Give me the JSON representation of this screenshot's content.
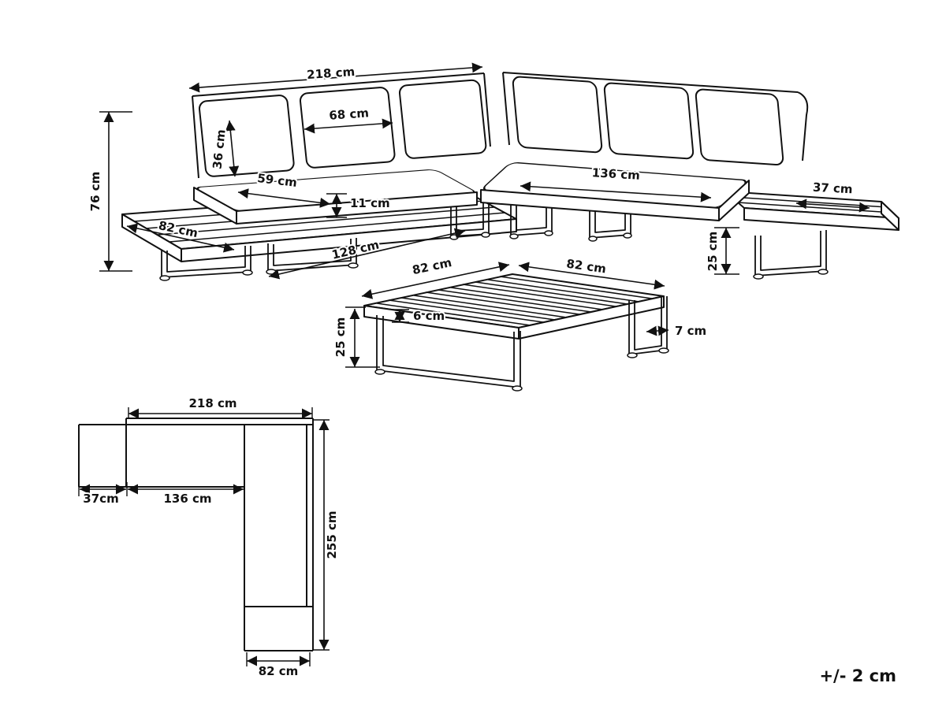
{
  "page": {
    "tolerance_note": "+/- 2 cm"
  },
  "iso_view": {
    "labels": {
      "total_width": "218 cm",
      "back_cushion_width": "68 cm",
      "back_height": "36 cm",
      "total_height": "76 cm",
      "seat_depth": "59 cm",
      "cushion_thickness": "11 cm",
      "platform_depth": "82 cm",
      "seat_front_width": "128 cm",
      "right_seat_width": "136 cm",
      "side_shelf_width": "37 cm",
      "platform_height": "25 cm"
    },
    "table_labels": {
      "top_width_left": "82 cm",
      "top_width_right": "82 cm",
      "height": "25 cm",
      "top_thickness": "6 cm",
      "leg_width": "7 cm"
    }
  },
  "plan_view": {
    "labels": {
      "total_width": "218 cm",
      "shelf_depth": "37cm",
      "seat_width": "136 cm",
      "total_depth": "255 cm",
      "arm_width": "82 cm"
    }
  }
}
